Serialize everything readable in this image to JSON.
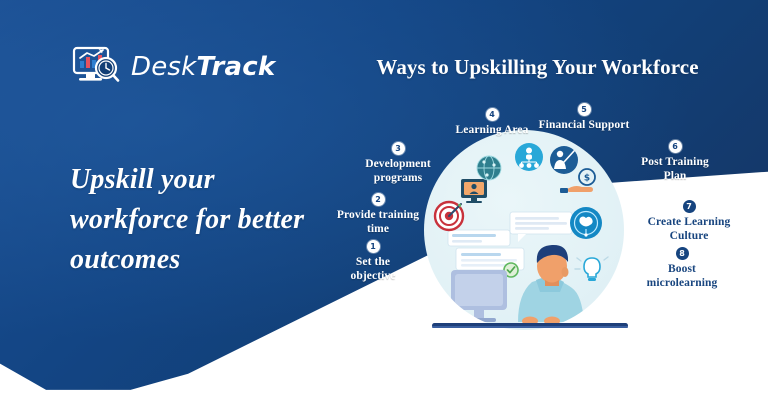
{
  "brand": {
    "name_light": "Desk",
    "name_bold": "Track",
    "logo_icon": "monitor-chart-clock-magnifier-icon"
  },
  "hero": {
    "headline": "Upskill your workforce for better outcomes"
  },
  "main": {
    "title": "Ways to Upskilling Your Workforce",
    "steps": [
      {
        "number": "1",
        "label": "Set the\nobjective"
      },
      {
        "number": "2",
        "label": "Provide training\ntime"
      },
      {
        "number": "3",
        "label": "Development\nprograms"
      },
      {
        "number": "4",
        "label": "Learning Area"
      },
      {
        "number": "5",
        "label": "Financial Support"
      },
      {
        "number": "6",
        "label": "Post Training\nPlan"
      },
      {
        "number": "7",
        "label": "Create Learning\nCulture"
      },
      {
        "number": "8",
        "label": "Boost\nmicrolearning"
      }
    ]
  },
  "illustration": {
    "alt": "person-at-computer-illustration",
    "icons": [
      "target-dart-icon",
      "monitor-person-icon",
      "globe-network-icon",
      "people-group-icon",
      "teacher-pointer-icon",
      "hand-coin-icon",
      "brain-circuit-icon",
      "lightbulb-idea-icon",
      "check-circle-icon",
      "chat-bubble-icon"
    ]
  },
  "colors": {
    "brand_blue": "#16447f",
    "panel_blue_light": "#1b4f93",
    "panel_blue_dark": "#16325f",
    "circle_bg": "#e3f2f6",
    "accent_cyan": "#29a8d8",
    "accent_red": "#c8323c",
    "accent_green": "#5fb85f",
    "skin": "#f0a06a",
    "shirt": "#9fd4e3"
  }
}
